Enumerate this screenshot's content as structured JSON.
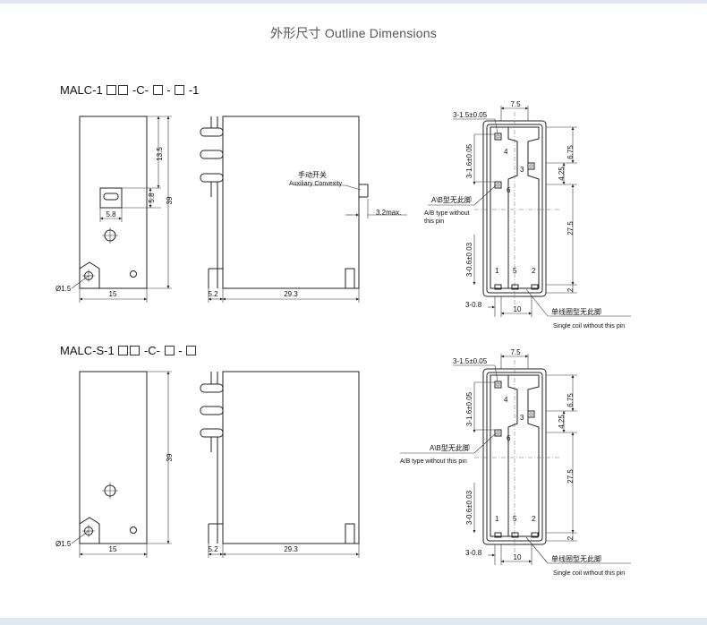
{
  "page": {
    "title": "外形尺寸 Outline Dimensions"
  },
  "top": {
    "model_prefix": "MALC-1",
    "model_mid1": "-C-",
    "model_mid2": "-",
    "model_suffix": "-1",
    "dims": {
      "d13_5": "13.5",
      "d39": "39",
      "d5_8v": "5.8",
      "d5_8h": "5.8",
      "dia": "Ø1.5",
      "w15": "15",
      "w5_2": "5.2",
      "w29_3": "29.3",
      "d3_2": "3.2max.",
      "aux_cn": "手动开关",
      "aux_en": "Auxiliary Convexity",
      "d7_5": "7.5",
      "p3_1_5": "3-1.5±0.05",
      "p3_1_6": "3-1.6±0.05",
      "p3_0_6": "3-0.6±0.03",
      "d6_75": "6.75",
      "d4_25": "4.25",
      "d27_5": "27.5",
      "d2": "2",
      "d3_0_8": "3-0.8",
      "d10": "10",
      "ab_cn": "A\\B型无此脚",
      "ab_en1": "A/B type without",
      "ab_en2": "this pin",
      "coil_cn": "单线圈型无此脚",
      "coil_en": "Single coil without this pin",
      "pins": [
        "4",
        "3",
        "6",
        "1",
        "5",
        "2"
      ]
    }
  },
  "bottom": {
    "model_prefix": "MALC-S-1",
    "model_mid1": "-C-",
    "model_mid2": "-",
    "dims": {
      "d39": "39",
      "dia": "Ø1.5",
      "w15": "15",
      "w5_2": "5.2",
      "w29_3": "29.3",
      "d7_5": "7.5",
      "p3_1_5": "3-1.5±0.05",
      "p3_1_6": "3-1.6±0.05",
      "p3_0_6": "3-0.6±0.03",
      "d6_75": "6.75",
      "d4_25": "4.25",
      "d27_5": "27.5",
      "d2": "2",
      "d3_0_8": "3-0.8",
      "d10": "10",
      "ab_cn": "A\\B型无此脚",
      "ab_en": "A/B type without this pin",
      "coil_cn": "单线圈型无此脚",
      "coil_en": "Single coil without this pin",
      "pins": [
        "4",
        "3",
        "6",
        "1",
        "5",
        "2"
      ]
    }
  }
}
